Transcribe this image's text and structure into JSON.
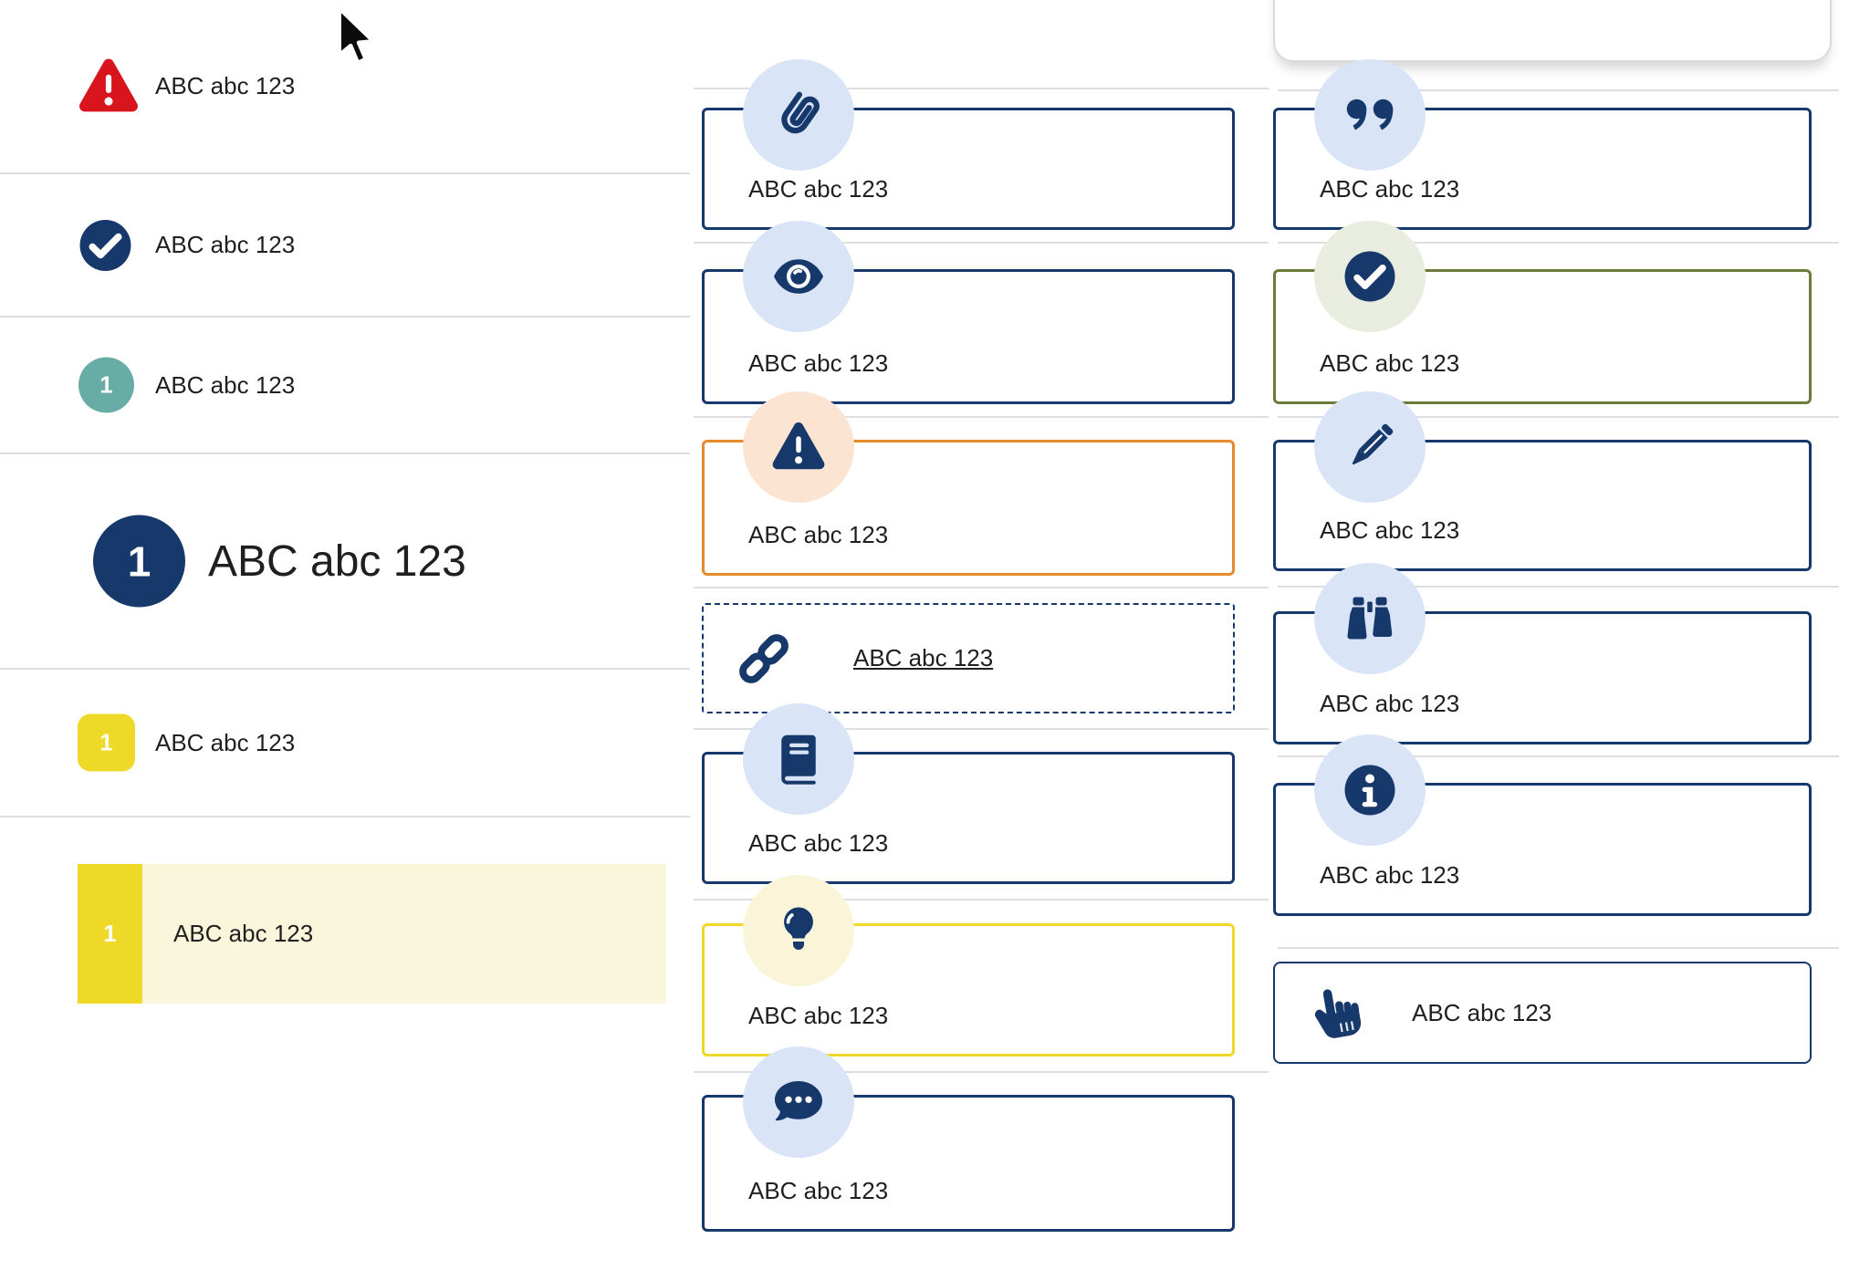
{
  "sample_text": "ABC abc 123",
  "colors": {
    "navy": "#17386B",
    "light_blue_badge": "#D9E4F7",
    "red_alert": "#D8151C",
    "teal_badge": "#68ADA5",
    "yellow": "#EFD928",
    "pale_yellow_row": "#FAF6DC",
    "pale_yellow_badge": "#FAF5D8",
    "orange_border": "#E78A2E",
    "peach_badge": "#FBE5D2",
    "olive_border": "#6B7C3A",
    "sage_badge": "#E9EDDF",
    "divider": "#DEDEDE",
    "text": "#1F1F1F"
  },
  "left_list": {
    "items": [
      {
        "icon": "warning-triangle-icon",
        "label": "ABC abc 123"
      },
      {
        "icon": "check-circle-icon",
        "label": "ABC abc 123"
      },
      {
        "icon": "number-circle-teal",
        "badge": "1",
        "label": "ABC abc 123"
      },
      {
        "icon": "number-circle-large",
        "badge": "1",
        "label": "ABC abc 123"
      },
      {
        "icon": "number-square-yellow",
        "badge": "1",
        "label": "ABC abc 123"
      },
      {
        "icon": "number-block-yellow-highlighted",
        "badge": "1",
        "label": "ABC abc 123"
      }
    ]
  },
  "middle_callouts": [
    {
      "icon": "paperclip-icon",
      "variant": "navy",
      "label": "ABC abc 123"
    },
    {
      "icon": "eye-icon",
      "variant": "navy",
      "label": "ABC abc 123"
    },
    {
      "icon": "warning-triangle-icon",
      "variant": "orange",
      "label": "ABC abc 123"
    },
    {
      "icon": "link-icon",
      "variant": "dashed-link",
      "label": "ABC abc 123"
    },
    {
      "icon": "book-icon",
      "variant": "navy",
      "label": "ABC abc 123"
    },
    {
      "icon": "lightbulb-icon",
      "variant": "yellow",
      "label": "ABC abc 123"
    },
    {
      "icon": "chat-bubble-icon",
      "variant": "navy",
      "label": "ABC abc 123"
    }
  ],
  "right_callouts": [
    {
      "icon": "quote-icon",
      "variant": "navy",
      "label": "ABC abc 123"
    },
    {
      "icon": "check-circle-icon",
      "variant": "olive",
      "label": "ABC abc 123"
    },
    {
      "icon": "pencil-icon",
      "variant": "navy",
      "label": "ABC abc 123"
    },
    {
      "icon": "binoculars-icon",
      "variant": "navy",
      "label": "ABC abc 123"
    },
    {
      "icon": "info-icon",
      "variant": "navy",
      "label": "ABC abc 123"
    },
    {
      "icon": "hand-pointer-icon",
      "variant": "navy-inline",
      "label": "ABC abc 123"
    }
  ]
}
